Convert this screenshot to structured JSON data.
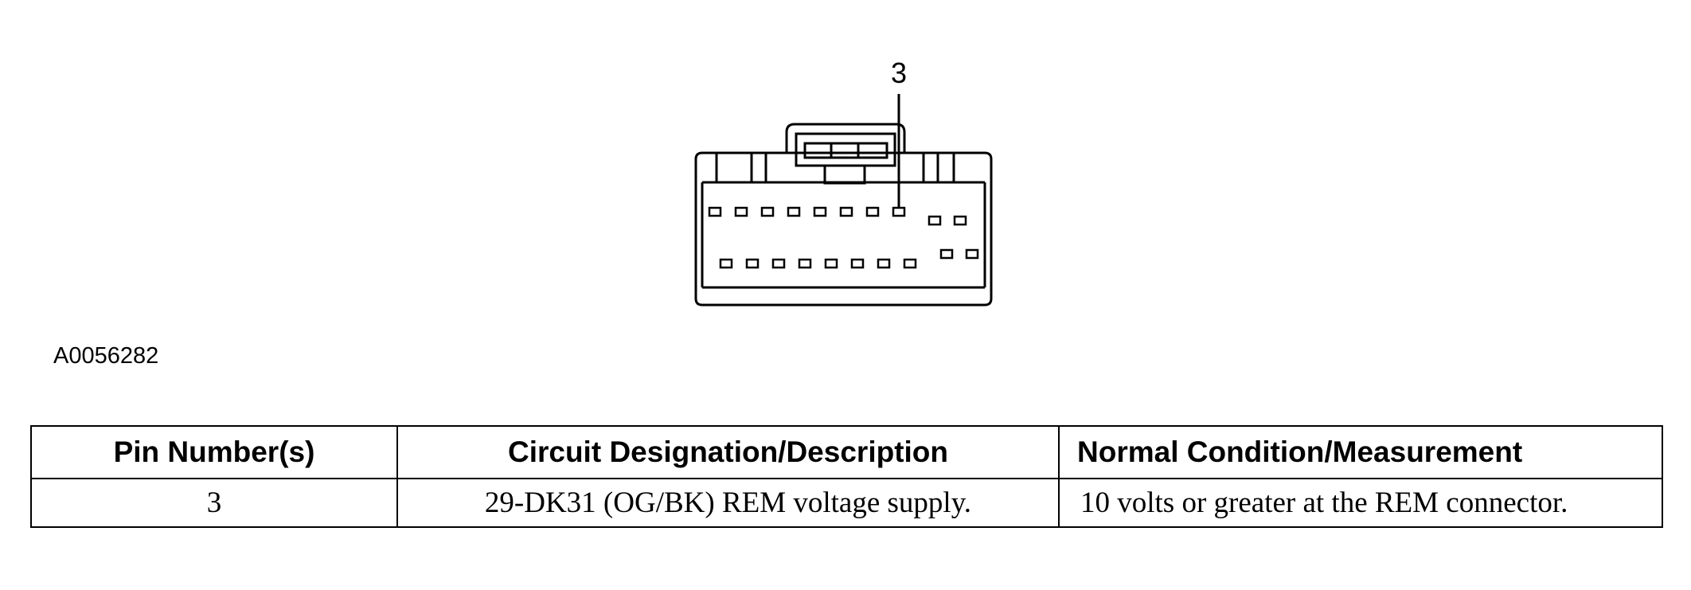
{
  "callout": "3",
  "figure_id": "A0056282",
  "table": {
    "headers": [
      "Pin Number(s)",
      "Circuit Designation/Description",
      "Normal Condition/Measurement"
    ],
    "rows": [
      [
        "3",
        "29-DK31 (OG/BK) REM voltage supply.",
        "10 volts or greater at the REM connector."
      ]
    ]
  }
}
